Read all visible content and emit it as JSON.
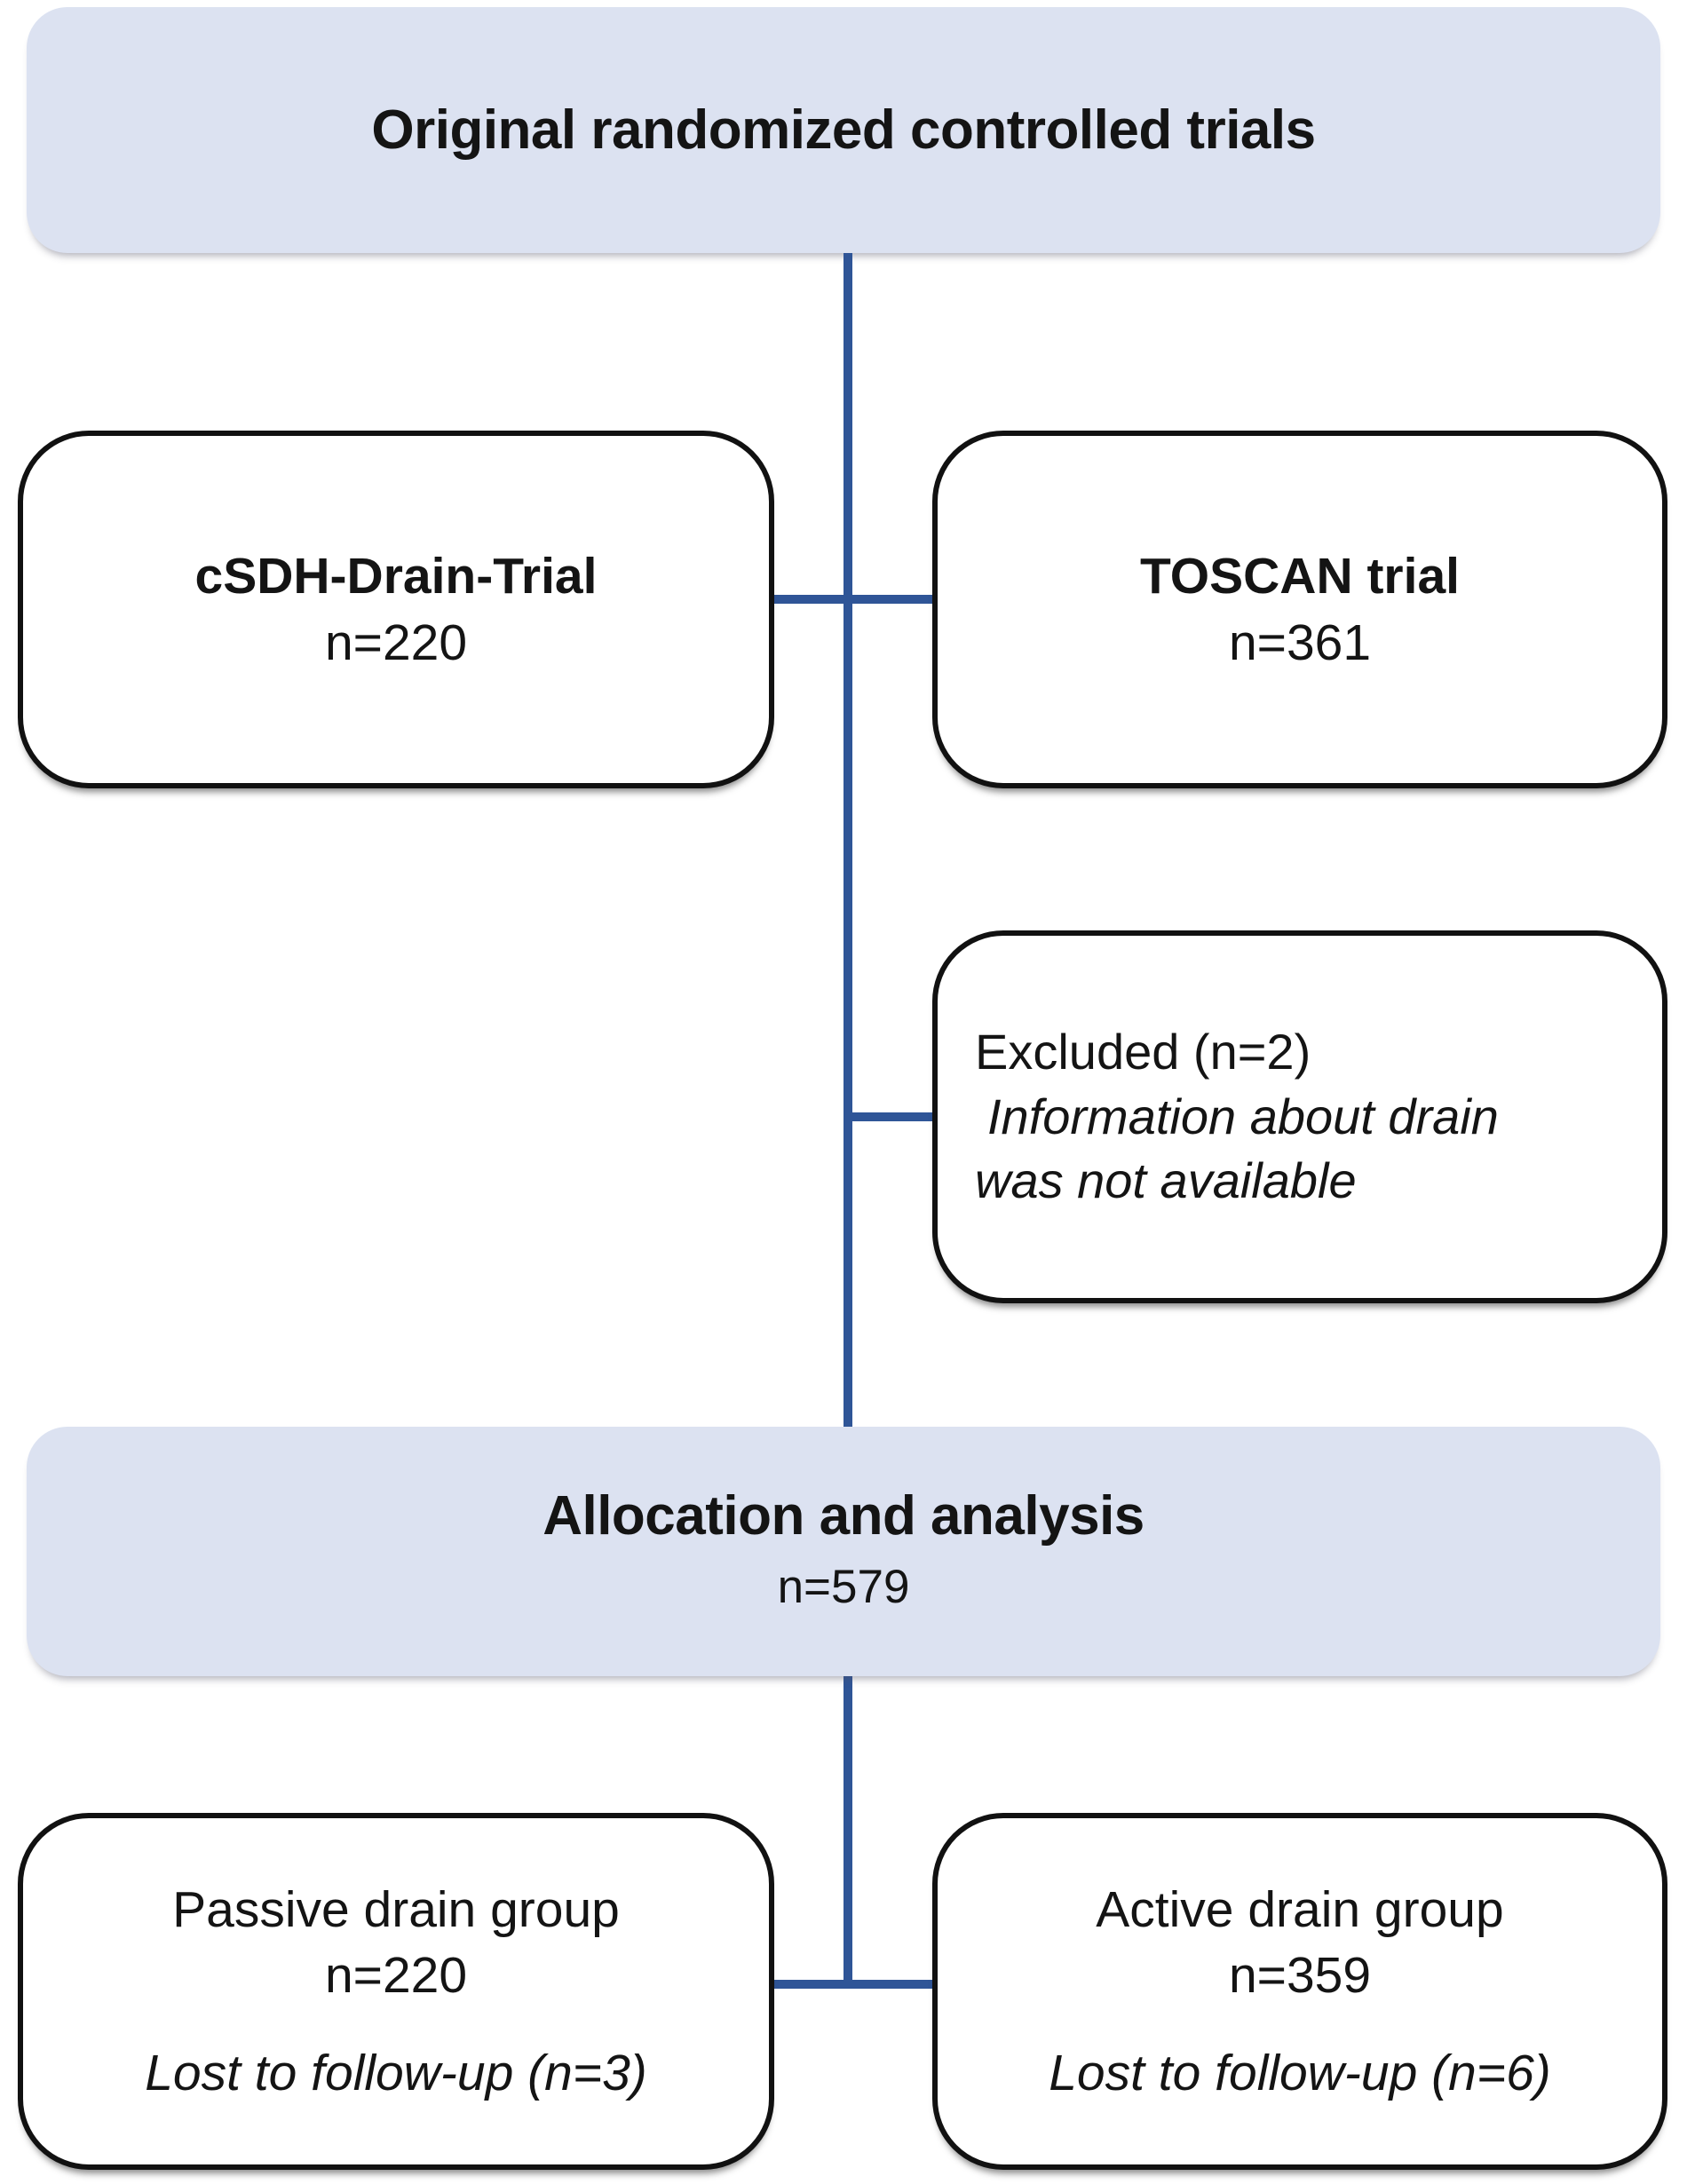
{
  "colors": {
    "band_fill": "#dce2f1",
    "connector": "#2f5597",
    "box_border": "#111111"
  },
  "top_band": {
    "title": "Original randomized controlled trials"
  },
  "trial_boxes": {
    "csdh": {
      "title": "cSDH-Drain-Trial",
      "n": "n=220"
    },
    "toscan": {
      "title": "TOSCAN trial",
      "n": "n=361"
    }
  },
  "excluded_box": {
    "title": "Excluded (n=2)",
    "reason_line1": "Information about drain",
    "reason_line2": "was not available"
  },
  "allocation_band": {
    "title": "Allocation and analysis",
    "n": "n=579"
  },
  "group_boxes": {
    "passive": {
      "title": "Passive drain group",
      "n": "n=220",
      "lost": "Lost to follow-up (n=3)"
    },
    "active": {
      "title": "Active drain group",
      "n": "n=359",
      "lost": "Lost to follow-up (n=6)"
    }
  }
}
